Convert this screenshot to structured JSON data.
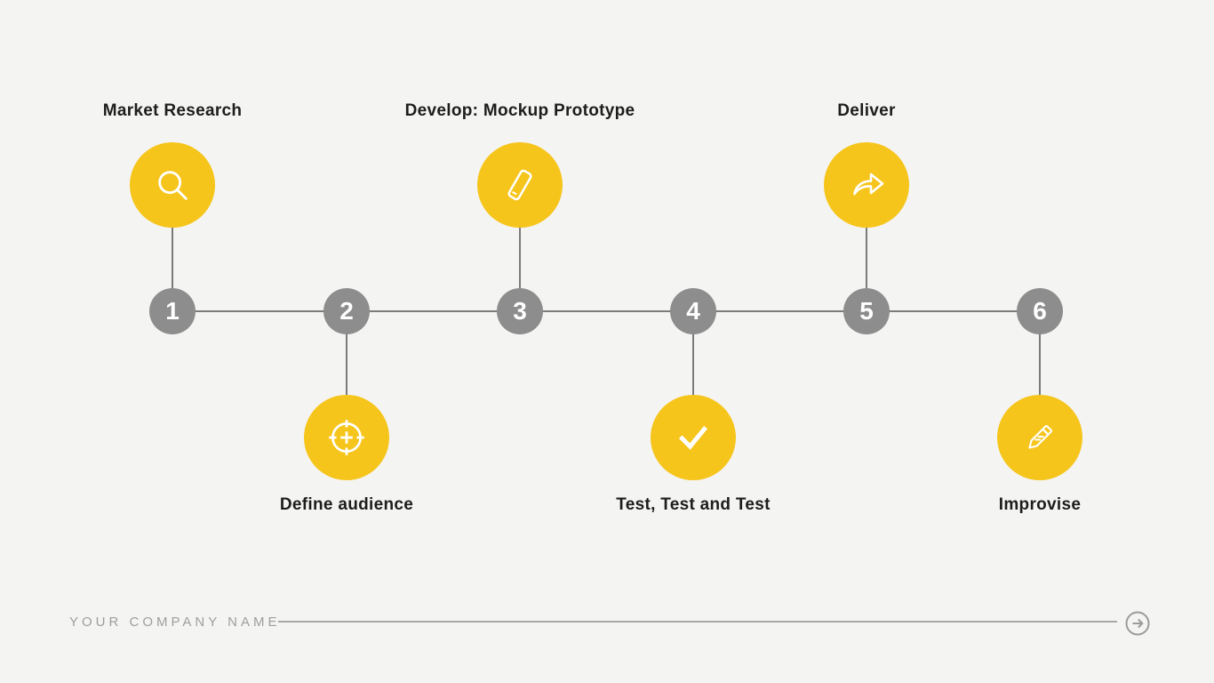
{
  "slide": {
    "background_color": "#f4f4f2",
    "accent_color": "#f6c51c",
    "node_color": "#8d8d8d",
    "connector_color": "#7b7b7b",
    "label_color": "#1d1d1b"
  },
  "timeline": {
    "steps": [
      {
        "number": "1",
        "label": "Market Research",
        "icon": "search-icon",
        "side": "top"
      },
      {
        "number": "2",
        "label": "Define audience",
        "icon": "target-icon",
        "side": "bottom"
      },
      {
        "number": "3",
        "label": "Develop: Mockup Prototype",
        "icon": "smartphone-icon",
        "side": "top"
      },
      {
        "number": "4",
        "label": "Test, Test and Test",
        "icon": "checkmark-icon",
        "side": "bottom"
      },
      {
        "number": "5",
        "label": "Deliver",
        "icon": "share-arrow-icon",
        "side": "top"
      },
      {
        "number": "6",
        "label": "Improvise",
        "icon": "pencil-icon",
        "side": "bottom"
      }
    ]
  },
  "footer": {
    "company_name": "YOUR COMPANY NAME",
    "arrow_icon": "circle-arrow-right-icon"
  }
}
